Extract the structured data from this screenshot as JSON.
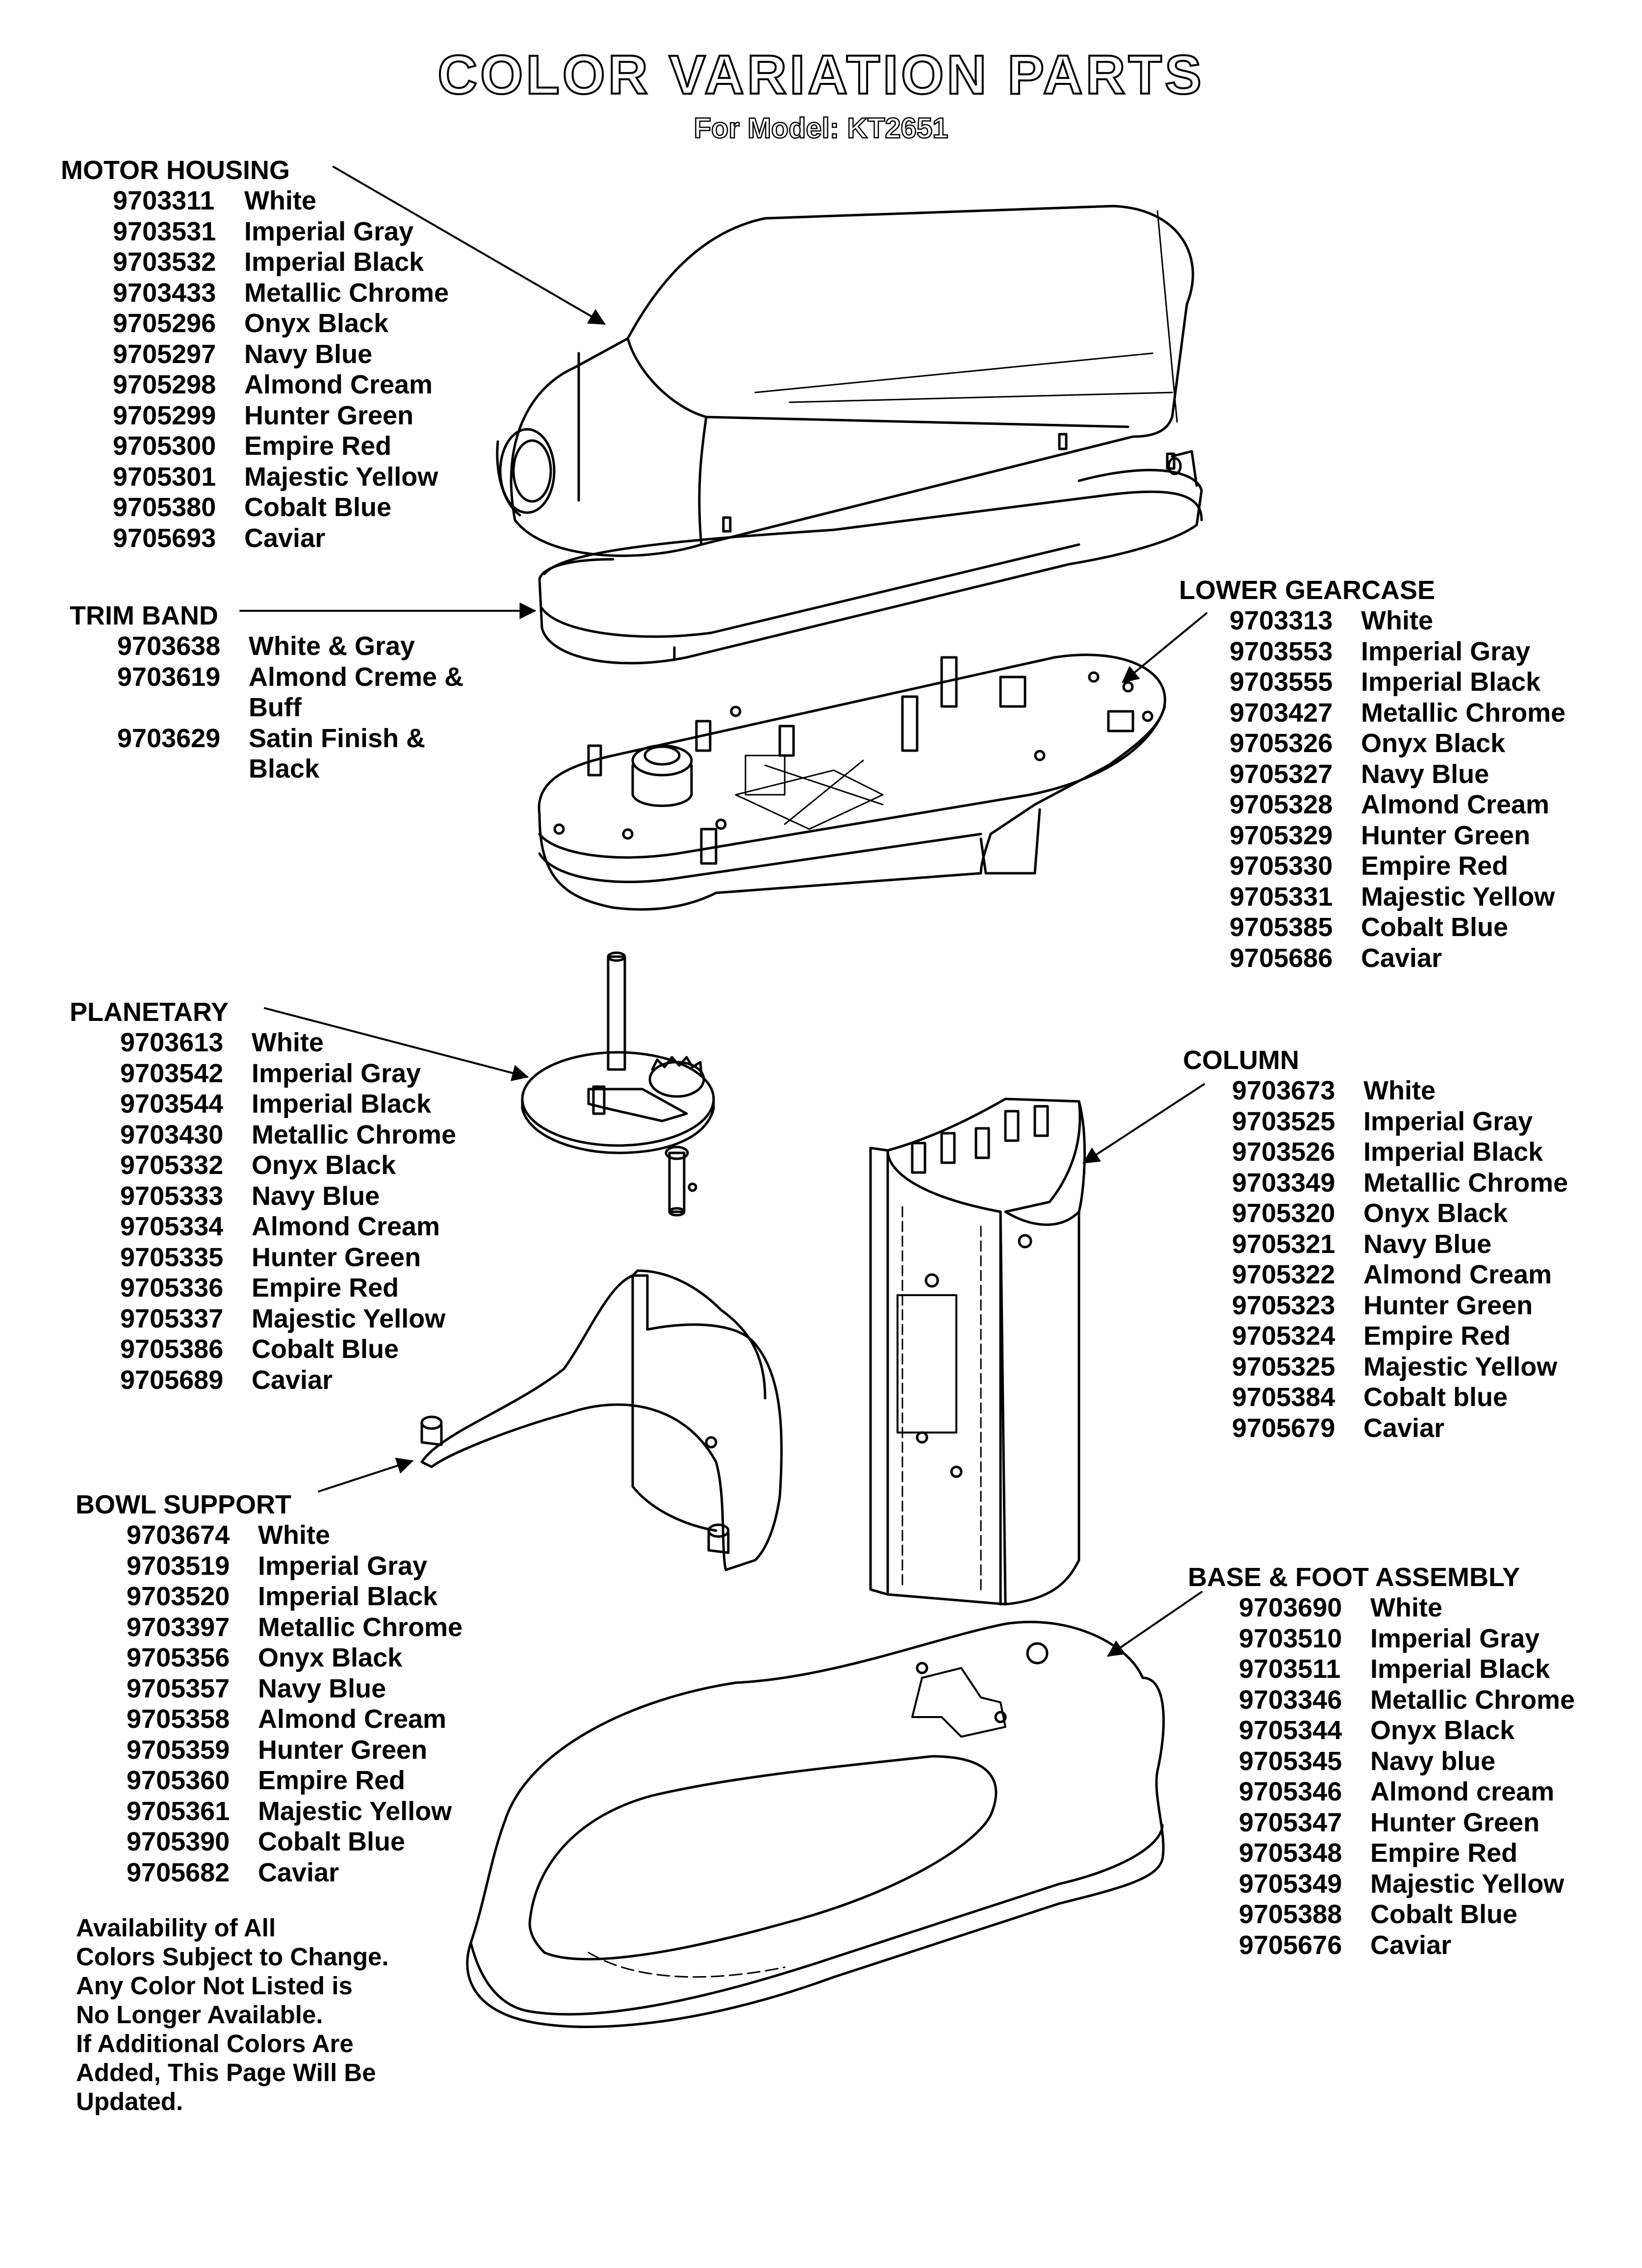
{
  "title": "COLOR VARIATION PARTS",
  "subtitle": "For Model: KT2651",
  "sections": {
    "motor_housing": {
      "heading": "MOTOR HOUSING",
      "parts": [
        {
          "number": "9703311",
          "color": "White"
        },
        {
          "number": "9703531",
          "color": "Imperial Gray"
        },
        {
          "number": "9703532",
          "color": "Imperial Black"
        },
        {
          "number": "9703433",
          "color": "Metallic Chrome"
        },
        {
          "number": "9705296",
          "color": "Onyx Black"
        },
        {
          "number": "9705297",
          "color": "Navy Blue"
        },
        {
          "number": "9705298",
          "color": "Almond Cream"
        },
        {
          "number": "9705299",
          "color": "Hunter Green"
        },
        {
          "number": "9705300",
          "color": "Empire Red"
        },
        {
          "number": "9705301",
          "color": "Majestic Yellow"
        },
        {
          "number": "9705380",
          "color": "Cobalt Blue"
        },
        {
          "number": "9705693",
          "color": "Caviar"
        }
      ]
    },
    "trim_band": {
      "heading": "TRIM BAND",
      "parts": [
        {
          "number": "9703638",
          "color": "White & Gray"
        },
        {
          "number": "9703619",
          "color": "Almond Creme &\nBuff"
        },
        {
          "number": "9703629",
          "color": "Satin Finish &\nBlack"
        }
      ]
    },
    "lower_gearcase": {
      "heading": "LOWER GEARCASE",
      "parts": [
        {
          "number": "9703313",
          "color": "White"
        },
        {
          "number": "9703553",
          "color": "Imperial Gray"
        },
        {
          "number": "9703555",
          "color": "Imperial Black"
        },
        {
          "number": "9703427",
          "color": "Metallic Chrome"
        },
        {
          "number": "9705326",
          "color": "Onyx Black"
        },
        {
          "number": "9705327",
          "color": "Navy Blue"
        },
        {
          "number": "9705328",
          "color": "Almond Cream"
        },
        {
          "number": "9705329",
          "color": "Hunter Green"
        },
        {
          "number": "9705330",
          "color": "Empire Red"
        },
        {
          "number": "9705331",
          "color": "Majestic Yellow"
        },
        {
          "number": "9705385",
          "color": "Cobalt Blue"
        },
        {
          "number": "9705686",
          "color": "Caviar"
        }
      ]
    },
    "planetary": {
      "heading": "PLANETARY",
      "parts": [
        {
          "number": "9703613",
          "color": "White"
        },
        {
          "number": "9703542",
          "color": "Imperial Gray"
        },
        {
          "number": "9703544",
          "color": "Imperial Black"
        },
        {
          "number": "9703430",
          "color": "Metallic Chrome"
        },
        {
          "number": "9705332",
          "color": "Onyx Black"
        },
        {
          "number": "9705333",
          "color": "Navy Blue"
        },
        {
          "number": "9705334",
          "color": "Almond Cream"
        },
        {
          "number": "9705335",
          "color": "Hunter Green"
        },
        {
          "number": "9705336",
          "color": "Empire Red"
        },
        {
          "number": "9705337",
          "color": "Majestic Yellow"
        },
        {
          "number": "9705386",
          "color": "Cobalt Blue"
        },
        {
          "number": "9705689",
          "color": "Caviar"
        }
      ]
    },
    "column": {
      "heading": "COLUMN",
      "parts": [
        {
          "number": "9703673",
          "color": "White"
        },
        {
          "number": "9703525",
          "color": "Imperial Gray"
        },
        {
          "number": "9703526",
          "color": "Imperial Black"
        },
        {
          "number": "9703349",
          "color": "Metallic Chrome"
        },
        {
          "number": "9705320",
          "color": "Onyx Black"
        },
        {
          "number": "9705321",
          "color": "Navy Blue"
        },
        {
          "number": "9705322",
          "color": "Almond Cream"
        },
        {
          "number": "9705323",
          "color": "Hunter Green"
        },
        {
          "number": "9705324",
          "color": "Empire Red"
        },
        {
          "number": "9705325",
          "color": "Majestic Yellow"
        },
        {
          "number": "9705384",
          "color": "Cobalt blue"
        },
        {
          "number": "9705679",
          "color": "Caviar"
        }
      ]
    },
    "bowl_support": {
      "heading": "BOWL SUPPORT",
      "parts": [
        {
          "number": "9703674",
          "color": "White"
        },
        {
          "number": "9703519",
          "color": "Imperial Gray"
        },
        {
          "number": "9703520",
          "color": "Imperial Black"
        },
        {
          "number": "9703397",
          "color": "Metallic Chrome"
        },
        {
          "number": "9705356",
          "color": "Onyx Black"
        },
        {
          "number": "9705357",
          "color": "Navy Blue"
        },
        {
          "number": "9705358",
          "color": "Almond Cream"
        },
        {
          "number": "9705359",
          "color": "Hunter Green"
        },
        {
          "number": "9705360",
          "color": "Empire Red"
        },
        {
          "number": "9705361",
          "color": "Majestic Yellow"
        },
        {
          "number": "9705390",
          "color": "Cobalt Blue"
        },
        {
          "number": "9705682",
          "color": "Caviar"
        }
      ]
    },
    "base_foot": {
      "heading": "BASE & FOOT ASSEMBLY",
      "parts": [
        {
          "number": "9703690",
          "color": "White"
        },
        {
          "number": "9703510",
          "color": "Imperial Gray"
        },
        {
          "number": "9703511",
          "color": "Imperial Black"
        },
        {
          "number": "9703346",
          "color": "Metallic Chrome"
        },
        {
          "number": "9705344",
          "color": "Onyx Black"
        },
        {
          "number": "9705345",
          "color": "Navy blue"
        },
        {
          "number": "9705346",
          "color": "Almond cream"
        },
        {
          "number": "9705347",
          "color": "Hunter Green"
        },
        {
          "number": "9705348",
          "color": "Empire Red"
        },
        {
          "number": "9705349",
          "color": "Majestic Yellow"
        },
        {
          "number": "9705388",
          "color": "Cobalt Blue"
        },
        {
          "number": "9705676",
          "color": "Caviar"
        }
      ]
    }
  },
  "availability_note": "Availability of All\nColors Subject to Change.\nAny Color Not Listed is\nNo Longer Available.\nIf Additional Colors Are\nAdded, This Page Will Be\nUpdated.",
  "line_color": "#000000",
  "background_color": "#ffffff"
}
